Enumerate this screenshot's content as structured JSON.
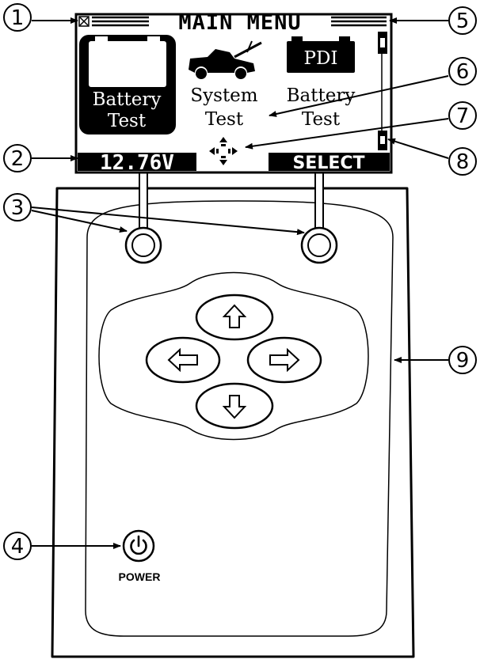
{
  "screen": {
    "title": "MAIN MENU",
    "menu_items": [
      {
        "line1": "Battery",
        "line2": "Test",
        "selected": true,
        "icon": "battery-icon"
      },
      {
        "line1": "System",
        "line2": "Test",
        "selected": false,
        "icon": "car-icon"
      },
      {
        "line1": "Battery",
        "line2": "Test",
        "selected": false,
        "icon": "pdi-battery-icon",
        "badge": "PDI"
      }
    ],
    "voltage": "12.76V",
    "softkey_right": "SELECT"
  },
  "device": {
    "power_label": "POWER"
  },
  "callouts": [
    "1",
    "2",
    "3",
    "4",
    "5",
    "6",
    "7",
    "8",
    "9"
  ],
  "colors": {
    "ink": "#000000",
    "paper": "#ffffff"
  }
}
